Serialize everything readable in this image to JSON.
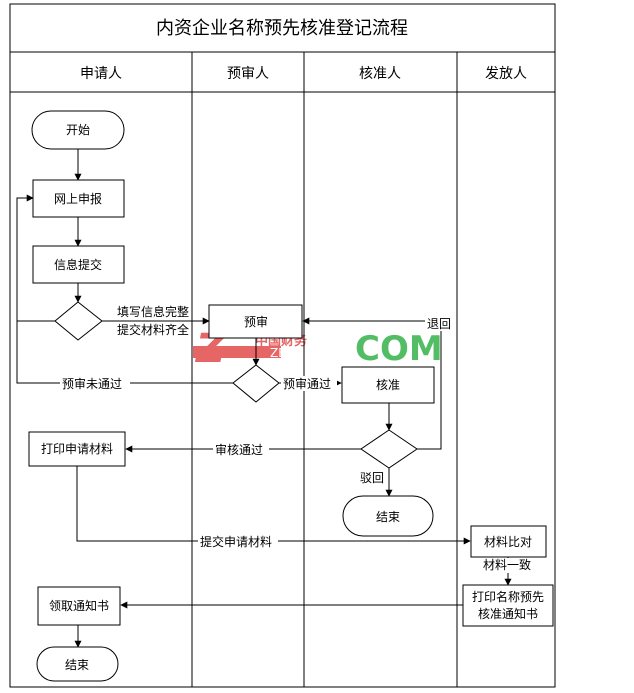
{
  "title": "内资企业名称预先核准登记流程",
  "lanes": [
    "申请人",
    "预审人",
    "核准人",
    "发放人"
  ],
  "nodes": {
    "start": "开始",
    "online_apply": "网上申报",
    "info_submit": "信息提交",
    "pre_review": "预审",
    "approve": "核准",
    "print_application": "打印申请材料",
    "end_mid": "结束",
    "material_compare": "材料比对",
    "print_notice_line1": "打印名称预先",
    "print_notice_line2": "核准通知书",
    "receive_notice": "领取通知书",
    "end_final": "结束"
  },
  "edge_labels": {
    "complete_line1": "填写信息完整",
    "complete_line2": "提交材料齐全",
    "return": "退回",
    "pre_failed": "预审未通过",
    "pre_passed": "预审通过",
    "review_passed": "审核通过",
    "rejected": "驳回",
    "submit_materials": "提交申请材料",
    "materials_match": "材料一致"
  },
  "watermark": {
    "letter": "Z",
    "cn": "中国财务",
    "site": "ZEKV",
    "com": "COM"
  },
  "colors": {
    "watermark_red": "#e24b4b",
    "watermark_green": "#34b24a",
    "line": "#000000"
  }
}
